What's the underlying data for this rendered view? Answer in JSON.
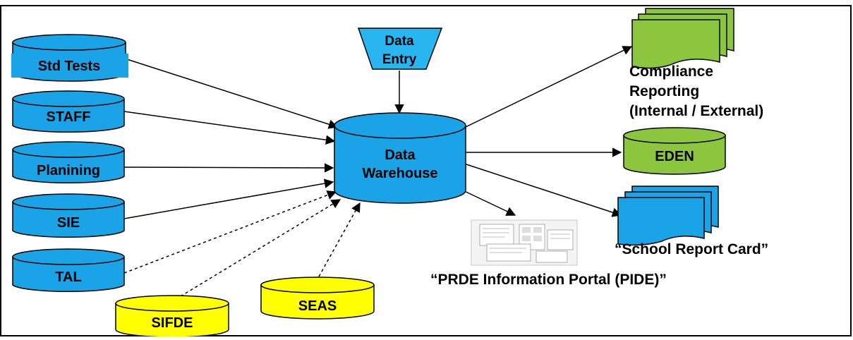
{
  "sources": {
    "std_tests": "Std Tests",
    "staff": "STAFF",
    "planning": "Planining",
    "sie": "SIE",
    "tal": "TAL",
    "sifde": "SIFDE",
    "seas": "SEAS"
  },
  "data_entry": {
    "line1": "Data",
    "line2": "Entry"
  },
  "warehouse": {
    "line1": "Data",
    "line2": "Warehouse"
  },
  "outputs": {
    "compliance": {
      "line1": "Compliance",
      "line2": "Reporting",
      "line3": "(Internal / External)"
    },
    "eden": "EDEN",
    "school_report_card": "“School Report Card”",
    "portal": "“PRDE Information Portal (PIDE)”"
  },
  "colors": {
    "blue_fill": "#1aa3e6",
    "green_fill": "#8cc63f",
    "yellow_fill": "#ffff00",
    "data_entry_fill": "#29b6f0",
    "outline": "#000000"
  },
  "icons": {
    "portal_thumbnail": "screenshot-collage-icon",
    "report_stack": "document-stack-icon"
  }
}
